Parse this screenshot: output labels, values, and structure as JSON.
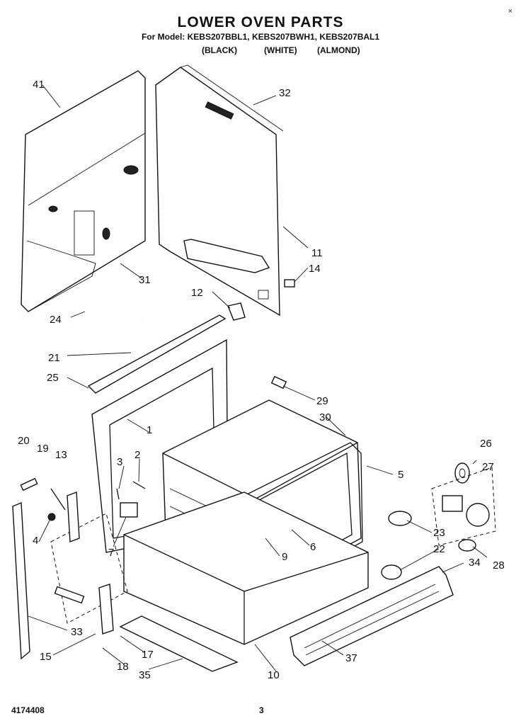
{
  "header": {
    "title": "LOWER OVEN PARTS",
    "subtitle": "For Model: KEBS207BBL1, KEBS207BWH1, KEBS207BAL1",
    "variants": [
      "(BLACK)",
      "(WHITE)",
      "(ALMOND)"
    ]
  },
  "close_glyph": "×",
  "footer": {
    "doc_id": "4174408",
    "page": "3"
  },
  "callouts": {
    "c1": "1",
    "c2": "2",
    "c3": "3",
    "c4": "4",
    "c5": "5",
    "c6": "6",
    "c7": "7",
    "c9": "9",
    "c10": "10",
    "c11": "11",
    "c12": "12",
    "c13": "13",
    "c14": "14",
    "c15": "15",
    "c17": "17",
    "c18": "18",
    "c19": "19",
    "c20": "20",
    "c21": "21",
    "c22": "22",
    "c23": "23",
    "c24": "24",
    "c25": "25",
    "c26": "26",
    "c27": "27",
    "c28": "28",
    "c29": "29",
    "c30": "30",
    "c31": "31",
    "c32": "32",
    "c33": "33",
    "c34": "34",
    "c35": "35",
    "c37": "37",
    "c41": "41"
  }
}
